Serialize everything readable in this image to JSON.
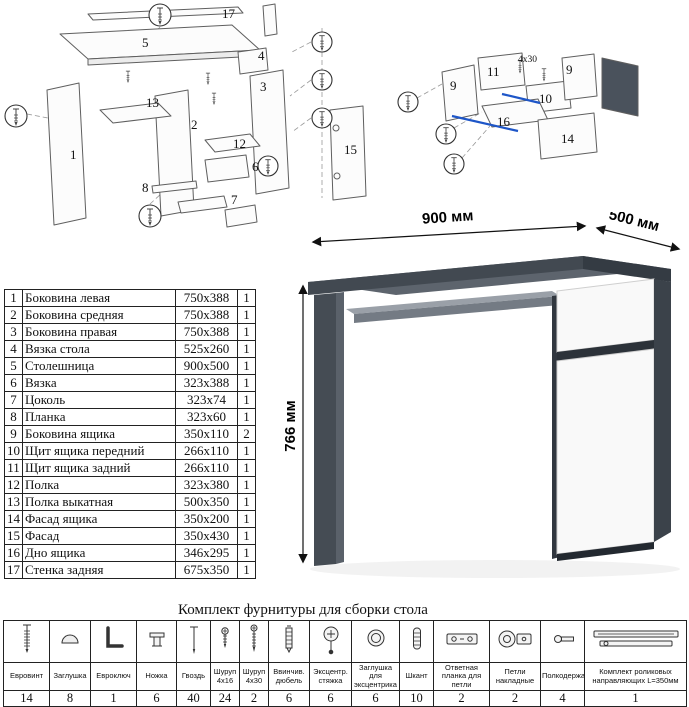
{
  "parts_table": {
    "rows": [
      {
        "num": "1",
        "name": "Боковина левая",
        "size": "750x388",
        "qty": "1"
      },
      {
        "num": "2",
        "name": "Боковина средняя",
        "size": "750x388",
        "qty": "1"
      },
      {
        "num": "3",
        "name": "Боковина правая",
        "size": "750x388",
        "qty": "1"
      },
      {
        "num": "4",
        "name": "Вязка стола",
        "size": "525x260",
        "qty": "1"
      },
      {
        "num": "5",
        "name": "Столешница",
        "size": "900x500",
        "qty": "1"
      },
      {
        "num": "6",
        "name": "Вязка",
        "size": "323x388",
        "qty": "1"
      },
      {
        "num": "7",
        "name": "Цоколь",
        "size": "323x74",
        "qty": "1"
      },
      {
        "num": "8",
        "name": "Планка",
        "size": "323x60",
        "qty": "1"
      },
      {
        "num": "9",
        "name": "Боковина ящика",
        "size": "350x110",
        "qty": "2"
      },
      {
        "num": "10",
        "name": "Щит ящика передний",
        "size": "266x110",
        "qty": "1"
      },
      {
        "num": "11",
        "name": "Щит ящика задний",
        "size": "266x110",
        "qty": "1"
      },
      {
        "num": "12",
        "name": "Полка",
        "size": "323x380",
        "qty": "1"
      },
      {
        "num": "13",
        "name": "Полка выкатная",
        "size": "500x350",
        "qty": "1"
      },
      {
        "num": "14",
        "name": "Фасад ящика",
        "size": "350x200",
        "qty": "1"
      },
      {
        "num": "15",
        "name": "Фасад",
        "size": "350x430",
        "qty": "1"
      },
      {
        "num": "16",
        "name": "Дно ящика",
        "size": "346x295",
        "qty": "1"
      },
      {
        "num": "17",
        "name": "Стенка задняя",
        "size": "675x350",
        "qty": "1"
      }
    ]
  },
  "dimensions": {
    "width": "900 мм",
    "depth": "500 мм",
    "height": "766 мм"
  },
  "hardware": {
    "title": "Комплект фурнитуры для сборки стола",
    "items": [
      {
        "name": "Евровинт",
        "qty": "14"
      },
      {
        "name": "Заглушка",
        "qty": "8"
      },
      {
        "name": "Евроключ",
        "qty": "1"
      },
      {
        "name": "Ножка",
        "qty": "6"
      },
      {
        "name": "Гвоздь",
        "qty": "40"
      },
      {
        "name": "Шуруп 4x16",
        "qty": "24"
      },
      {
        "name": "Шуруп 4x30",
        "qty": "2"
      },
      {
        "name": "Ввинчив. дюбель",
        "qty": "6"
      },
      {
        "name": "Эксцентр. стяжка",
        "qty": "6"
      },
      {
        "name": "Заглушка для эксцентрика",
        "qty": "6"
      },
      {
        "name": "Шкант",
        "qty": "10"
      },
      {
        "name": "Ответная планка для петли",
        "qty": "2"
      },
      {
        "name": "Петли накладные",
        "qty": "2"
      },
      {
        "name": "Полкодержатель",
        "qty": "4"
      },
      {
        "name": "Комплект роликовых направляющих L=350мм",
        "qty": "1"
      }
    ]
  },
  "exploded_main": {
    "labels": {
      "l17": "17",
      "l5": "5",
      "l4": "4",
      "l3": "3",
      "l13": "13",
      "l2": "2",
      "l12": "12",
      "l1": "1",
      "l6": "6",
      "l8": "8",
      "l7": "7",
      "l15": "15"
    }
  },
  "exploded_drawer": {
    "labels": {
      "l9a": "9",
      "l11": "11",
      "l9b": "9",
      "l10": "10",
      "l16": "16",
      "l14": "14",
      "screw": "4x30"
    }
  }
}
